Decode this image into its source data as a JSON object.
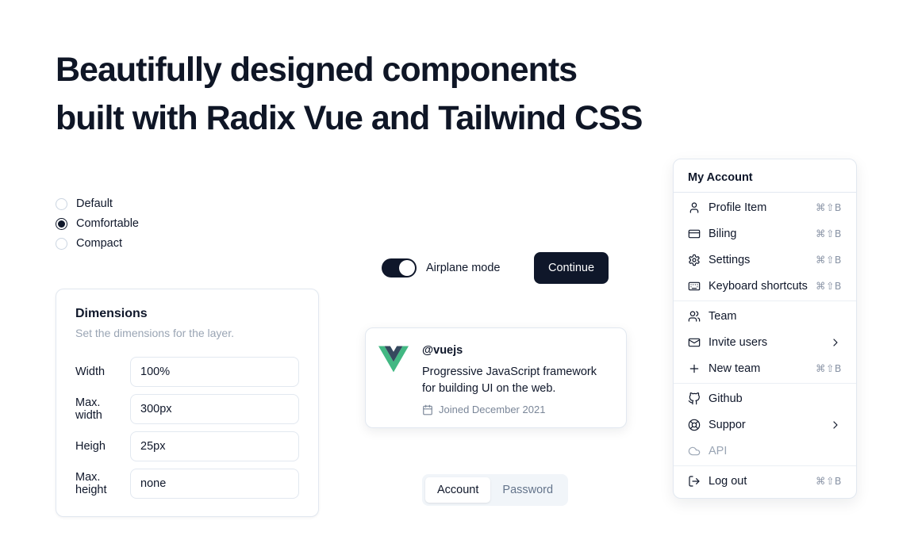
{
  "heading": {
    "line1": "Beautifully designed components",
    "line2": "built with Radix Vue and Tailwind CSS"
  },
  "radio_group": {
    "options": [
      {
        "label": "Default",
        "selected": false
      },
      {
        "label": "Comfortable",
        "selected": true
      },
      {
        "label": "Compact",
        "selected": false
      }
    ]
  },
  "dimensions": {
    "title": "Dimensions",
    "subtitle": "Set the dimensions for the layer.",
    "fields": [
      {
        "label": "Width",
        "value": "100%"
      },
      {
        "label": "Max. width",
        "value": "300px"
      },
      {
        "label": "Heigh",
        "value": "25px"
      },
      {
        "label": "Max. height",
        "value": "none"
      }
    ]
  },
  "airplane": {
    "label": "Airplane mode",
    "on": true
  },
  "continue_button": {
    "label": "Continue"
  },
  "hovercard": {
    "logo_icon": "vue-logo",
    "handle": "@vuejs",
    "description": "Progressive JavaScript framework for building UI on the web.",
    "joined_icon": "calendar-icon",
    "joined": "Joined December 2021"
  },
  "tabs": {
    "items": [
      "Account",
      "Password"
    ],
    "active": "Account"
  },
  "menu": {
    "title": "My Account",
    "items": [
      {
        "icon": "user",
        "label": "Profile Item",
        "shortcut": "⌘⇧B"
      },
      {
        "icon": "card",
        "label": "Biling",
        "shortcut": "⌘⇧B"
      },
      {
        "icon": "gear",
        "label": "Settings",
        "shortcut": "⌘⇧B"
      },
      {
        "icon": "keyboard",
        "label": "Keyboard shortcuts",
        "shortcut": "⌘⇧B"
      },
      {
        "icon": "users",
        "label": "Team"
      },
      {
        "icon": "mail",
        "label": "Invite users",
        "submenu": true
      },
      {
        "icon": "plus",
        "label": "New team",
        "shortcut": "⌘⇧B"
      },
      {
        "icon": "github",
        "label": "Github"
      },
      {
        "icon": "lifebuoy",
        "label": "Suppor",
        "submenu": true
      },
      {
        "icon": "cloud",
        "label": "API",
        "disabled": true
      },
      {
        "icon": "logout",
        "label": "Log out",
        "shortcut": "⌘⇧B"
      }
    ]
  },
  "colors": {
    "primary": "#0f172a",
    "border": "#e2e8f0",
    "muted": "#64748b",
    "tab_bg": "#f1f5f9",
    "vue_green": "#42b883",
    "vue_dark": "#35495e"
  }
}
